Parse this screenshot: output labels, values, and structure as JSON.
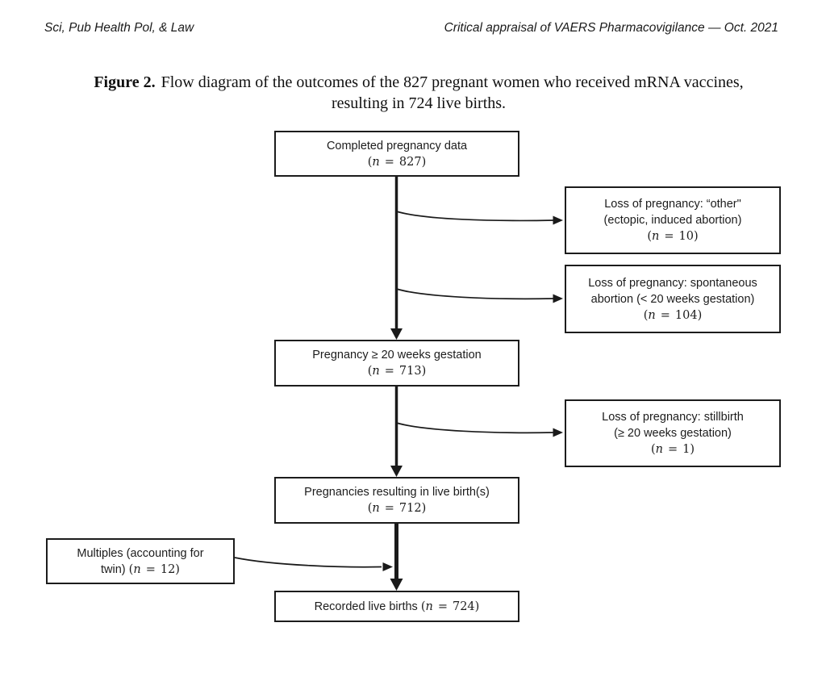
{
  "header": {
    "left": "Sci, Pub Health Pol, & Law",
    "right": "Critical appraisal of VAERS Pharmacovigilance — Oct. 2021"
  },
  "caption": {
    "label": "Figure 2.",
    "line1": "Flow diagram of the outcomes of the 827 pregnant women who received mRNA vaccines,",
    "line2": "resulting in 724 live births."
  },
  "math": {
    "open": "(",
    "n": "n",
    "eq": "=",
    "close": ")"
  },
  "boxes": {
    "completed": {
      "line1": "Completed pregnancy data",
      "value": "827"
    },
    "loss_other": {
      "line1": "Loss of pregnancy: “other\"",
      "line2": "(ectopic, induced abortion)",
      "value": "10"
    },
    "loss_spontaneous": {
      "line1": "Loss of pregnancy: spontaneous",
      "line2": "abortion (< 20 weeks gestation)",
      "value": "104"
    },
    "gestation20": {
      "line1": "Pregnancy ≥ 20 weeks gestation",
      "value": "713"
    },
    "loss_stillbirth": {
      "line1": "Loss of pregnancy: stillbirth",
      "line2": "(≥ 20 weeks gestation)",
      "value": "1"
    },
    "live_births": {
      "line1": "Pregnancies resulting in live birth(s)",
      "value": "712"
    },
    "multiples": {
      "line1": "Multiples (accounting for",
      "line2_pre": "twin) ",
      "value": "12"
    },
    "recorded": {
      "line_pre": "Recorded live births ",
      "value": "724"
    }
  },
  "colors": {
    "ink": "#1a1a1a",
    "background": "#ffffff"
  }
}
